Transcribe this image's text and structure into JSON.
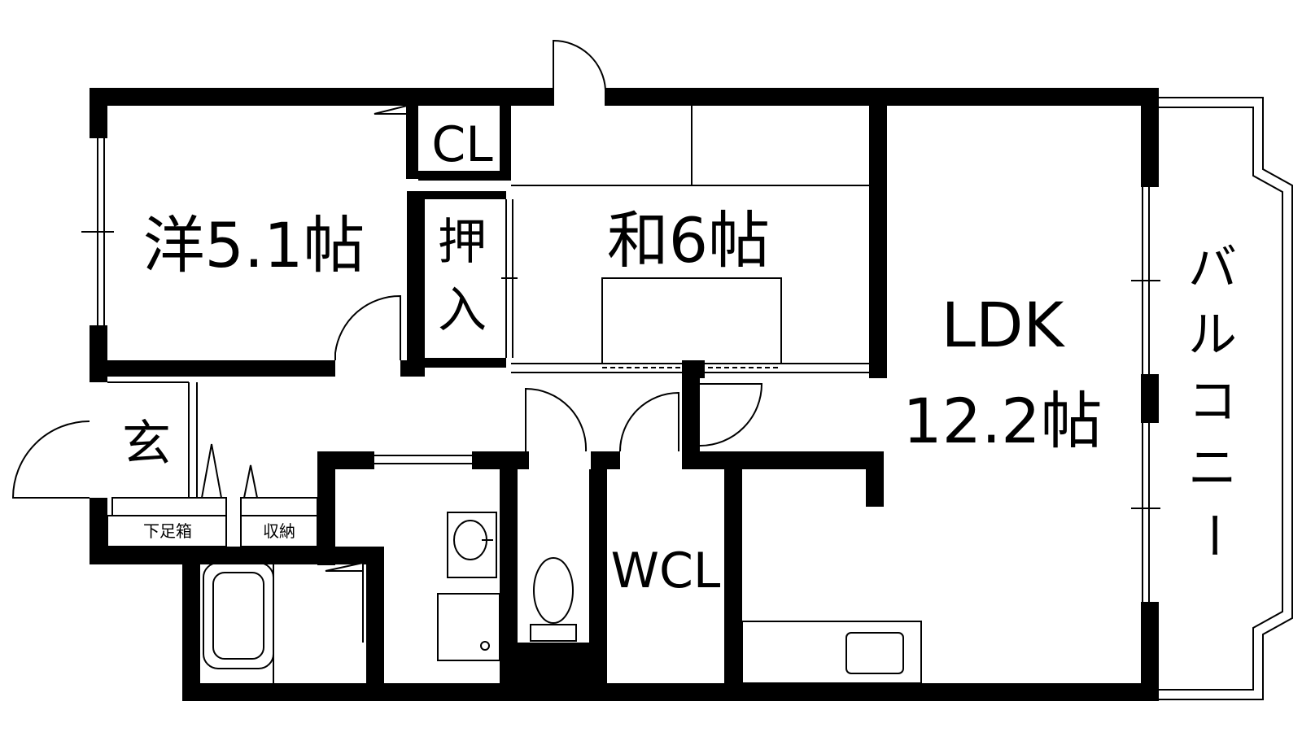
{
  "rooms": {
    "western": "洋5.1帖",
    "closet": "CL",
    "oshiire_top": "押",
    "oshiire_bottom": "入",
    "japanese": "和6帖",
    "ldk_name": "LDK",
    "ldk_size": "12.2帖",
    "balcony": [
      "バ",
      "ル",
      "コ",
      "ニ",
      "ー"
    ],
    "entrance": "玄",
    "shoe_box": "下足箱",
    "storage": "収納",
    "walk_in_closet": "WCL"
  }
}
